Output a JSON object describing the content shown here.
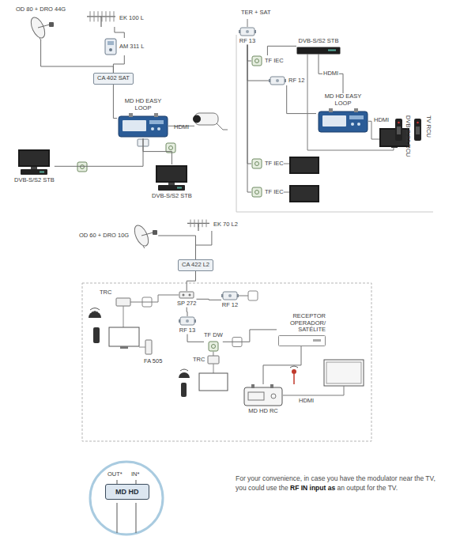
{
  "diagram": {
    "nodes": [
      {
        "text": [
          "OD 80 + DRO 44G"
        ]
      },
      {
        "text": [
          "EK 100 L"
        ]
      },
      {
        "text": [
          "AM 311 L"
        ]
      },
      {
        "text": [
          "CA 402 SAT"
        ]
      },
      {
        "text": [
          "MD HD EASY LOOP"
        ]
      },
      {
        "text": [
          "DVB-S/S2 STB"
        ]
      },
      {
        "text": [
          "DVB-S/S2 STB"
        ]
      },
      {
        "text": [
          "RF 13"
        ]
      },
      {
        "text": [
          "TF IEC"
        ]
      },
      {
        "text": [
          "DVB-S/S2 STB"
        ]
      },
      {
        "text": [
          "RF 12"
        ]
      },
      {
        "text": [
          "MD HD EASY LOOP"
        ]
      },
      {
        "text": [
          "TF IEC"
        ]
      },
      {
        "text": [
          "TF IEC"
        ]
      },
      {
        "text": [
          "OD 60 + DRO 10G"
        ]
      },
      {
        "text": [
          "EK 70 L2"
        ]
      },
      {
        "text": [
          "CA 422 L2"
        ]
      },
      {
        "text": [
          "SP 272"
        ]
      },
      {
        "text": [
          "RF 12"
        ]
      },
      {
        "text": [
          "RF 13"
        ]
      },
      {
        "text": [
          "TF DW"
        ]
      },
      {
        "text": [
          "RECEPTOR OPERADOR/ SATÉLITE"
        ]
      },
      {
        "text": [
          "MD HD RC"
        ]
      },
      {
        "text": [
          "MD HD"
        ]
      }
    ],
    "edges": [
      {
        "from": 0,
        "to": 3,
        "arrow": "none"
      },
      {
        "from": 1,
        "to": 2,
        "arrow": "none"
      },
      {
        "from": 2,
        "to": 3,
        "arrow": "none"
      },
      {
        "from": 3,
        "to": 4,
        "arrow": "none"
      },
      {
        "from": 4,
        "to": 5,
        "arrow": "none"
      },
      {
        "from": 4,
        "to": 6,
        "arrow": "none"
      },
      {
        "from": 7,
        "to": 8,
        "arrow": "none"
      },
      {
        "from": 8,
        "to": 9,
        "arrow": "none"
      },
      {
        "from": 9,
        "to": 11,
        "label": "HDMI",
        "arrow": "none"
      },
      {
        "from": 7,
        "to": 10,
        "arrow": "none"
      },
      {
        "from": 10,
        "to": 11,
        "arrow": "none"
      },
      {
        "from": 7,
        "to": 12,
        "arrow": "none"
      },
      {
        "from": 7,
        "to": 13,
        "arrow": "none"
      },
      {
        "from": 14,
        "to": 16,
        "arrow": "none"
      },
      {
        "from": 15,
        "to": 16,
        "arrow": "none"
      },
      {
        "from": 16,
        "to": 17,
        "arrow": "none"
      },
      {
        "from": 17,
        "to": 18,
        "arrow": "none"
      },
      {
        "from": 17,
        "to": 19,
        "arrow": "none"
      },
      {
        "from": 19,
        "to": 20,
        "arrow": "none"
      },
      {
        "from": 20,
        "to": 21,
        "arrow": "none"
      },
      {
        "from": 21,
        "to": 22,
        "arrow": "none"
      }
    ],
    "labels": [
      "HDMI",
      "TER + SAT",
      "HDMI",
      "DVB-S/S2 RCU",
      "TV RCU",
      "TRC",
      "FA 505",
      "TRC",
      "HDMI",
      "OUT*",
      "IN*",
      "For your convenience, in case you have the modulator near the TV, you could use the",
      "RF IN input as",
      "an output for the TV."
    ]
  }
}
